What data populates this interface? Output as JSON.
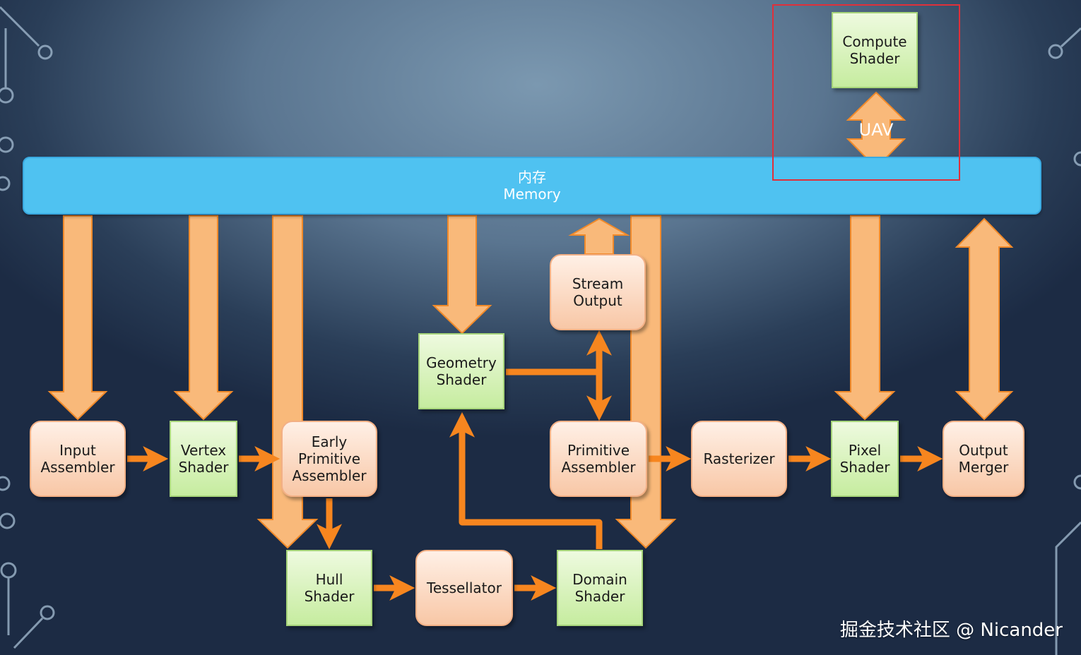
{
  "memory": {
    "cn": "内存",
    "en": "Memory"
  },
  "uav": "UAV",
  "watermark": "掘金技术社区 @ Nicander",
  "nodes": {
    "input_assembler": "Input\nAssembler",
    "vertex_shader": "Vertex\nShader",
    "early_primitive_assembler": "Early\nPrimitive\nAssembler",
    "hull_shader": "Hull\nShader",
    "tessellator": "Tessellator",
    "domain_shader": "Domain\nShader",
    "geometry_shader": "Geometry\nShader",
    "stream_output": "Stream\nOutput",
    "primitive_assembler": "Primitive\nAssembler",
    "rasterizer": "Rasterizer",
    "pixel_shader": "Pixel\nShader",
    "output_merger": "Output\nMerger",
    "compute_shader": "Compute\nShader"
  },
  "colors": {
    "arrow_fill": "#f9b97a",
    "arrow_stroke": "#f18a2a",
    "link": "#f7861f",
    "memory": "#4fc2f1",
    "highlight": "#e0303a"
  }
}
